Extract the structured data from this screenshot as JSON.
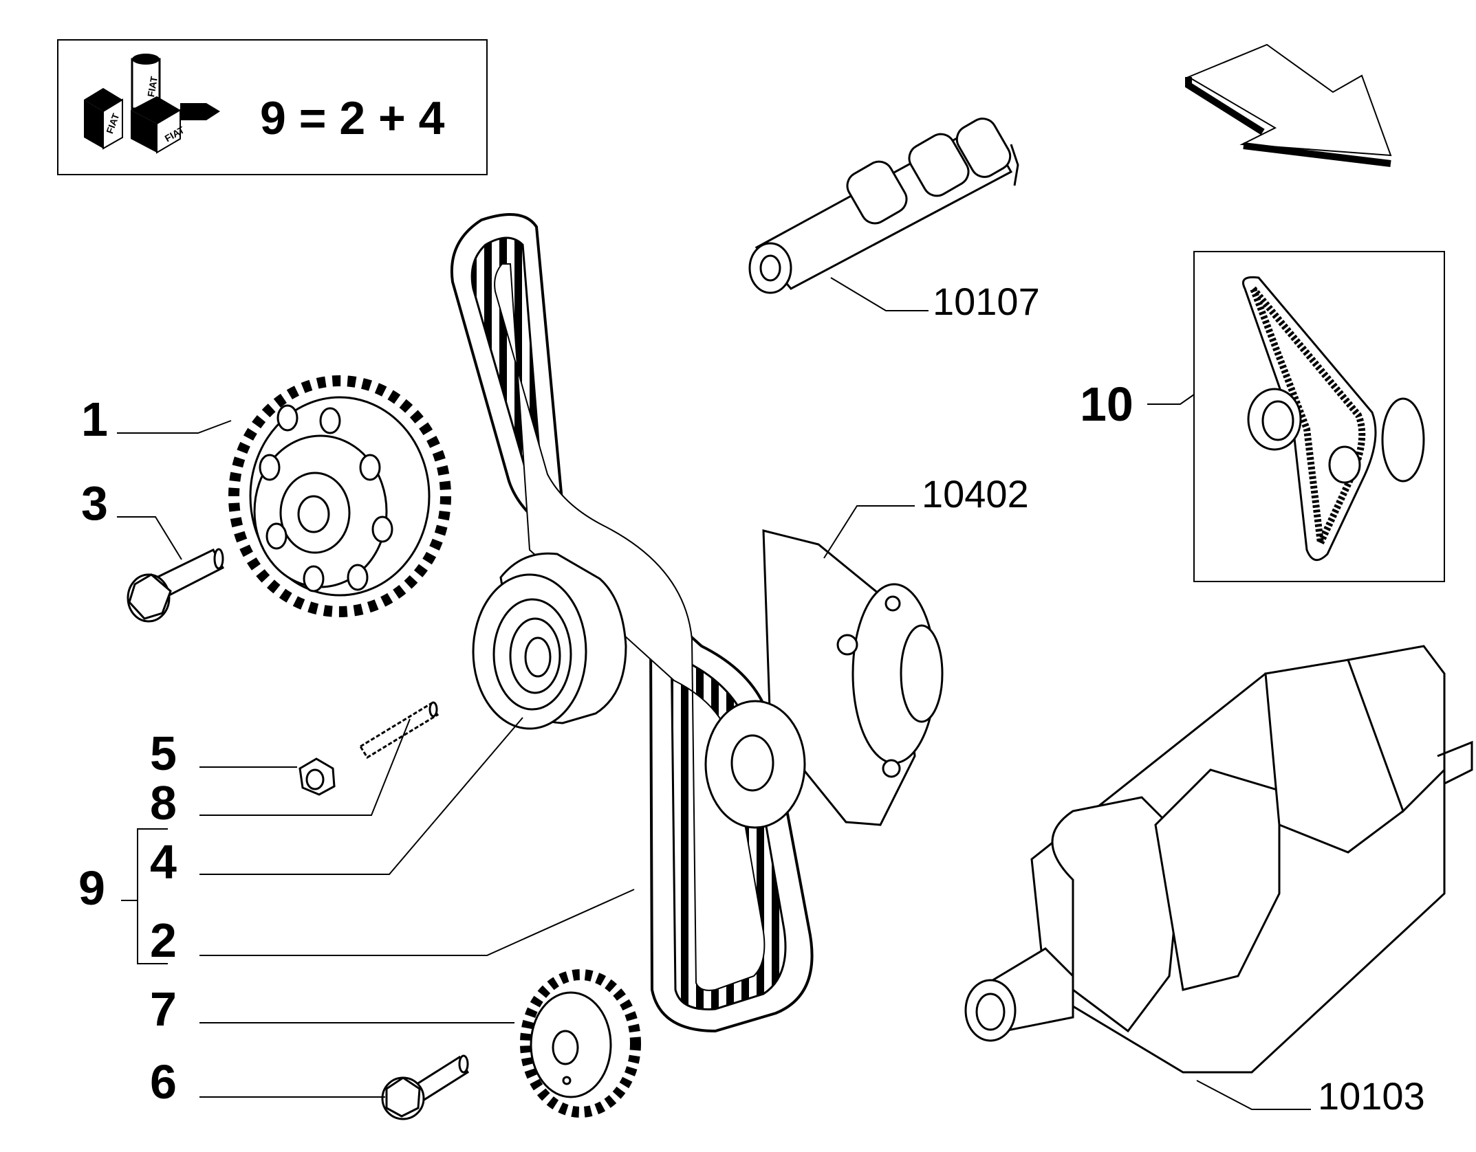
{
  "kit_box": {
    "formula": "9 = 2 + 4",
    "logo_text": "FIAT"
  },
  "parts": [
    {
      "id": "1",
      "label": "1"
    },
    {
      "id": "3",
      "label": "3"
    },
    {
      "id": "5",
      "label": "5"
    },
    {
      "id": "8",
      "label": "8"
    },
    {
      "id": "9",
      "label": "9"
    },
    {
      "id": "4",
      "label": "4"
    },
    {
      "id": "2",
      "label": "2"
    },
    {
      "id": "7",
      "label": "7"
    },
    {
      "id": "6",
      "label": "6"
    },
    {
      "id": "10",
      "label": "10"
    }
  ],
  "references": [
    {
      "id": "camshaft",
      "label": "10107"
    },
    {
      "id": "belt-cover",
      "label": "10402"
    },
    {
      "id": "crankshaft",
      "label": "10103"
    }
  ],
  "icons": [
    "direction-arrow-icon",
    "fiat-kit-logo-icon"
  ]
}
